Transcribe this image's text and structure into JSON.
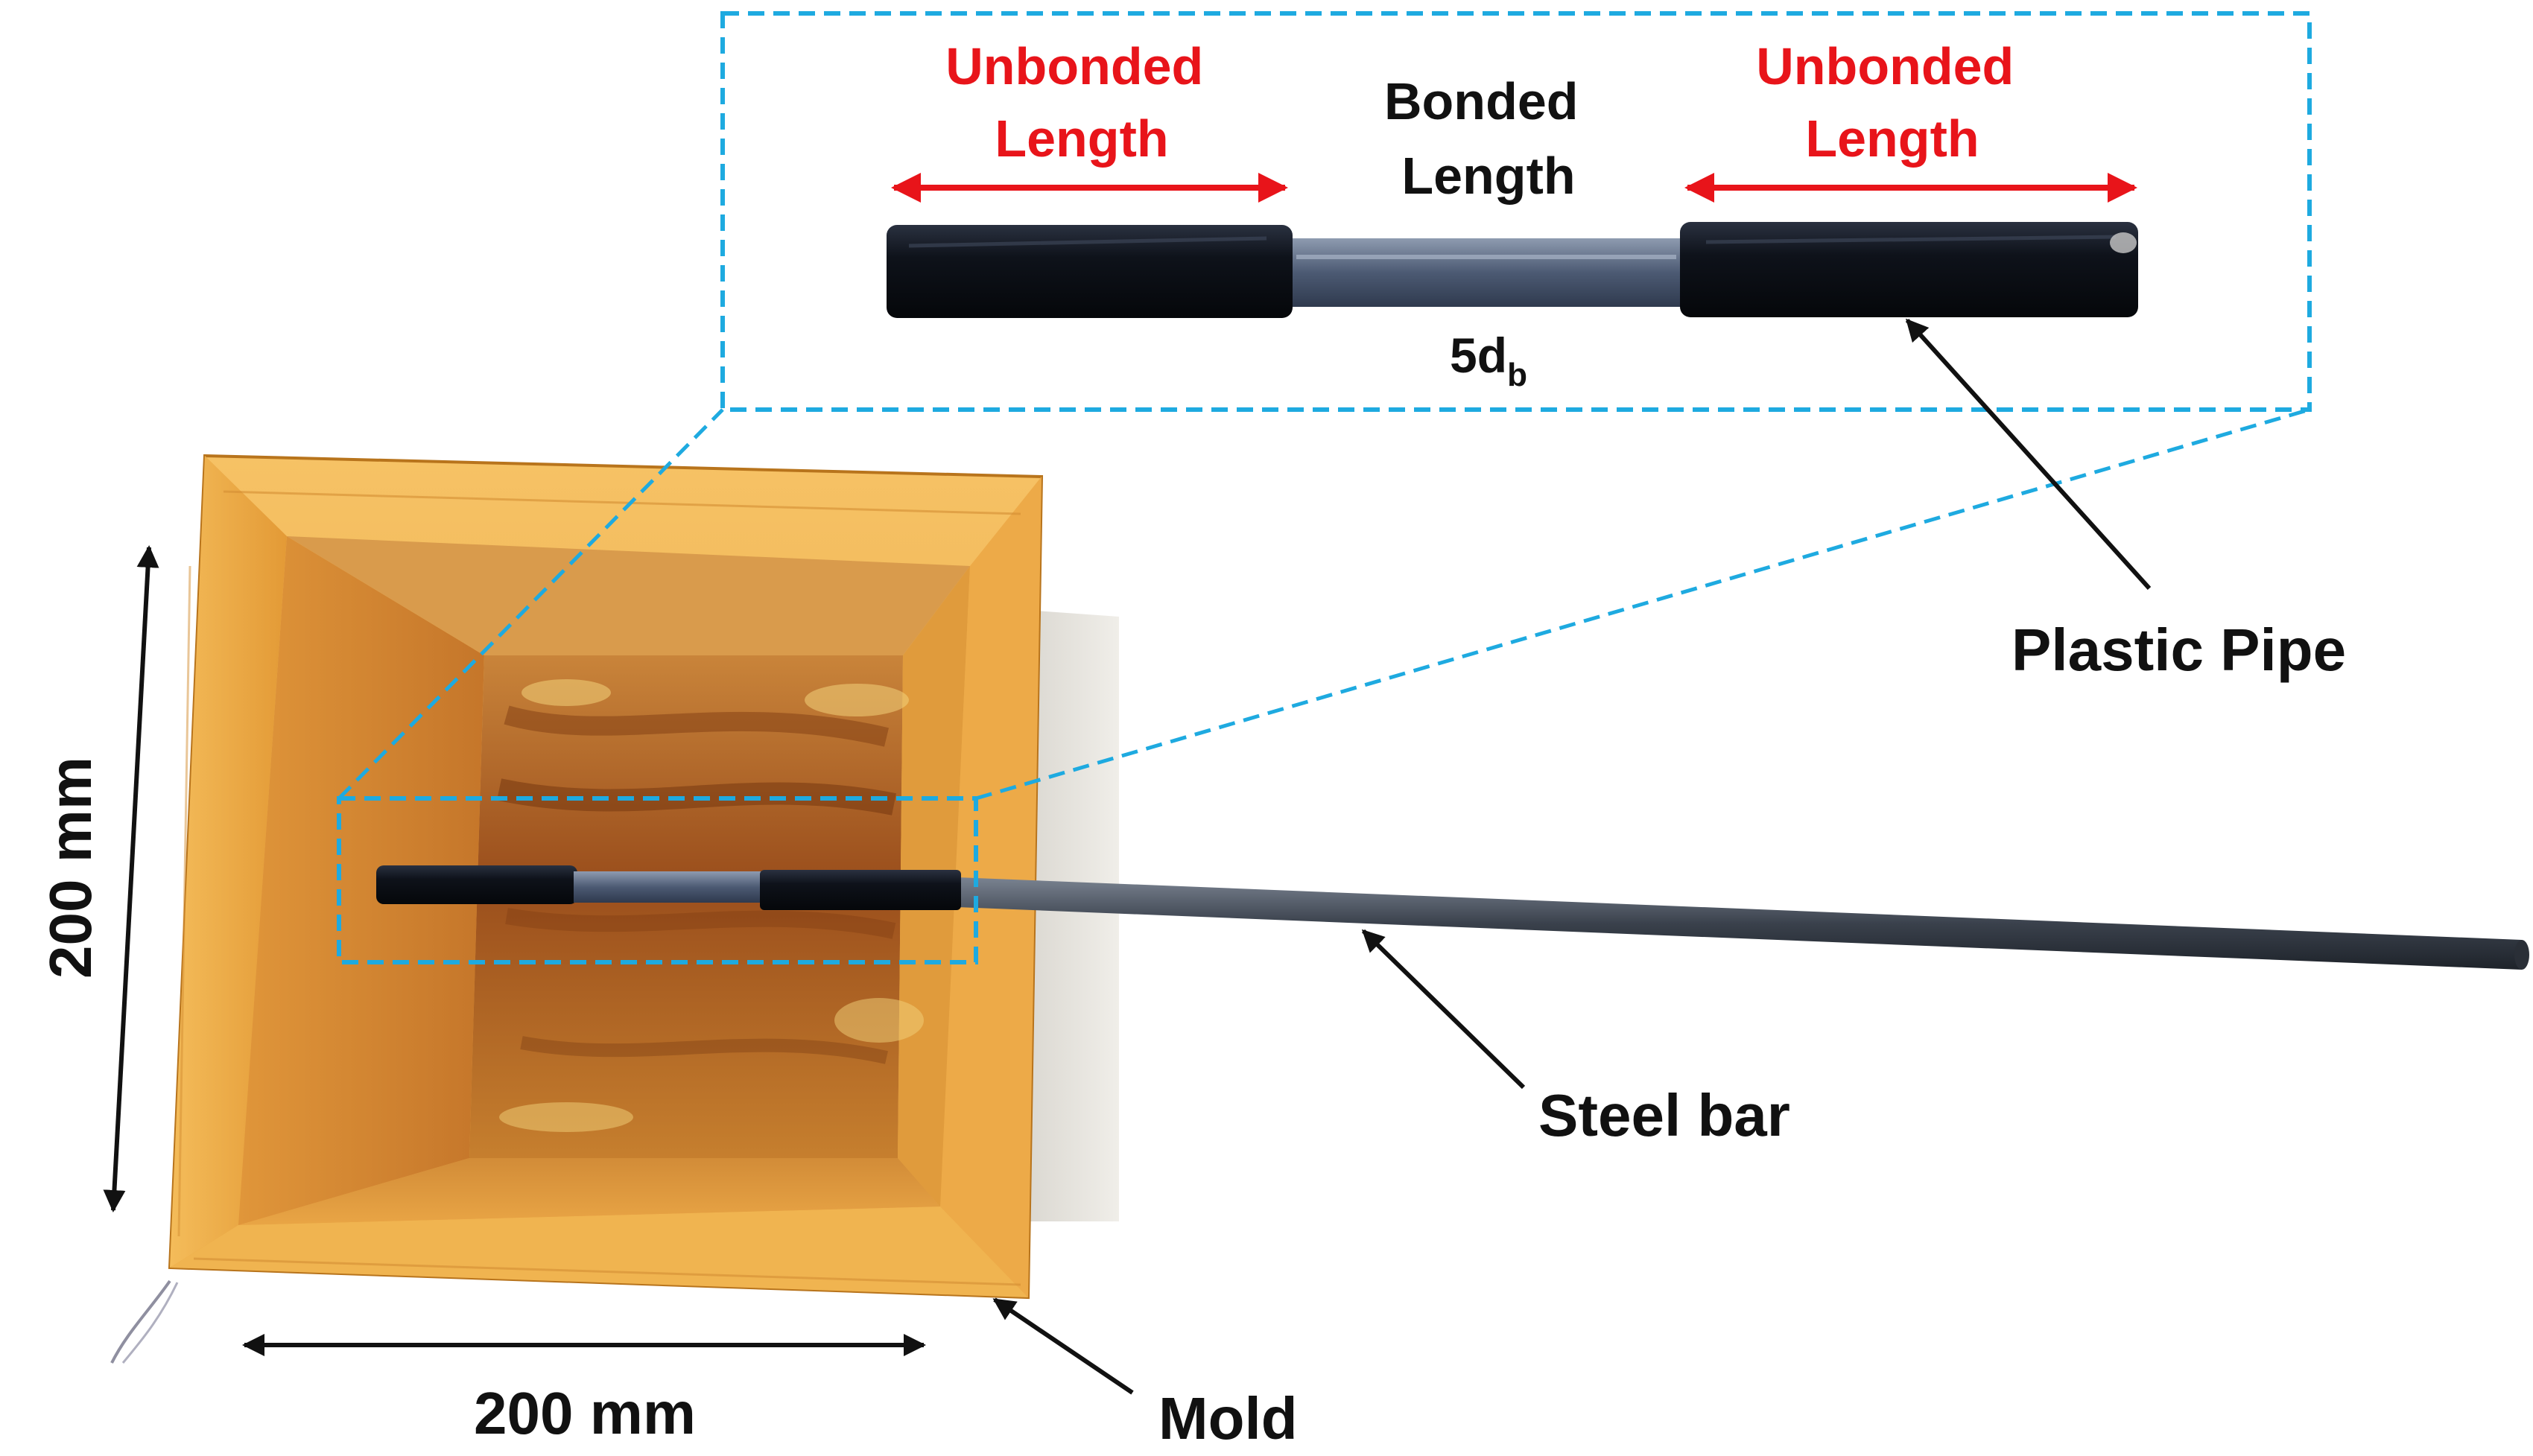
{
  "figure": {
    "colors": {
      "callout_box": "#1EAAE0",
      "unbonded_text": "#E8141A",
      "unbonded_arrow": "#E8141A",
      "label_text": "#111111",
      "wood_light": "#F2B44E",
      "wood_dark": "#C97A1E",
      "pipe_black": "#121620",
      "bar_steel": "#3E4652",
      "mold_side": "#E4E1DA"
    },
    "inset": {
      "unbonded_left": [
        "Unbonded",
        "Length"
      ],
      "bonded": [
        "Bonded",
        "Length"
      ],
      "unbonded_right": [
        "Unbonded",
        "Length"
      ],
      "bonded_size_main": "5d",
      "bonded_size_sub": "b"
    },
    "labels": {
      "plastic_pipe": "Plastic Pipe",
      "steel_bar": "Steel bar",
      "mold": "Mold",
      "height_dim": "200 mm",
      "width_dim": "200 mm"
    }
  }
}
